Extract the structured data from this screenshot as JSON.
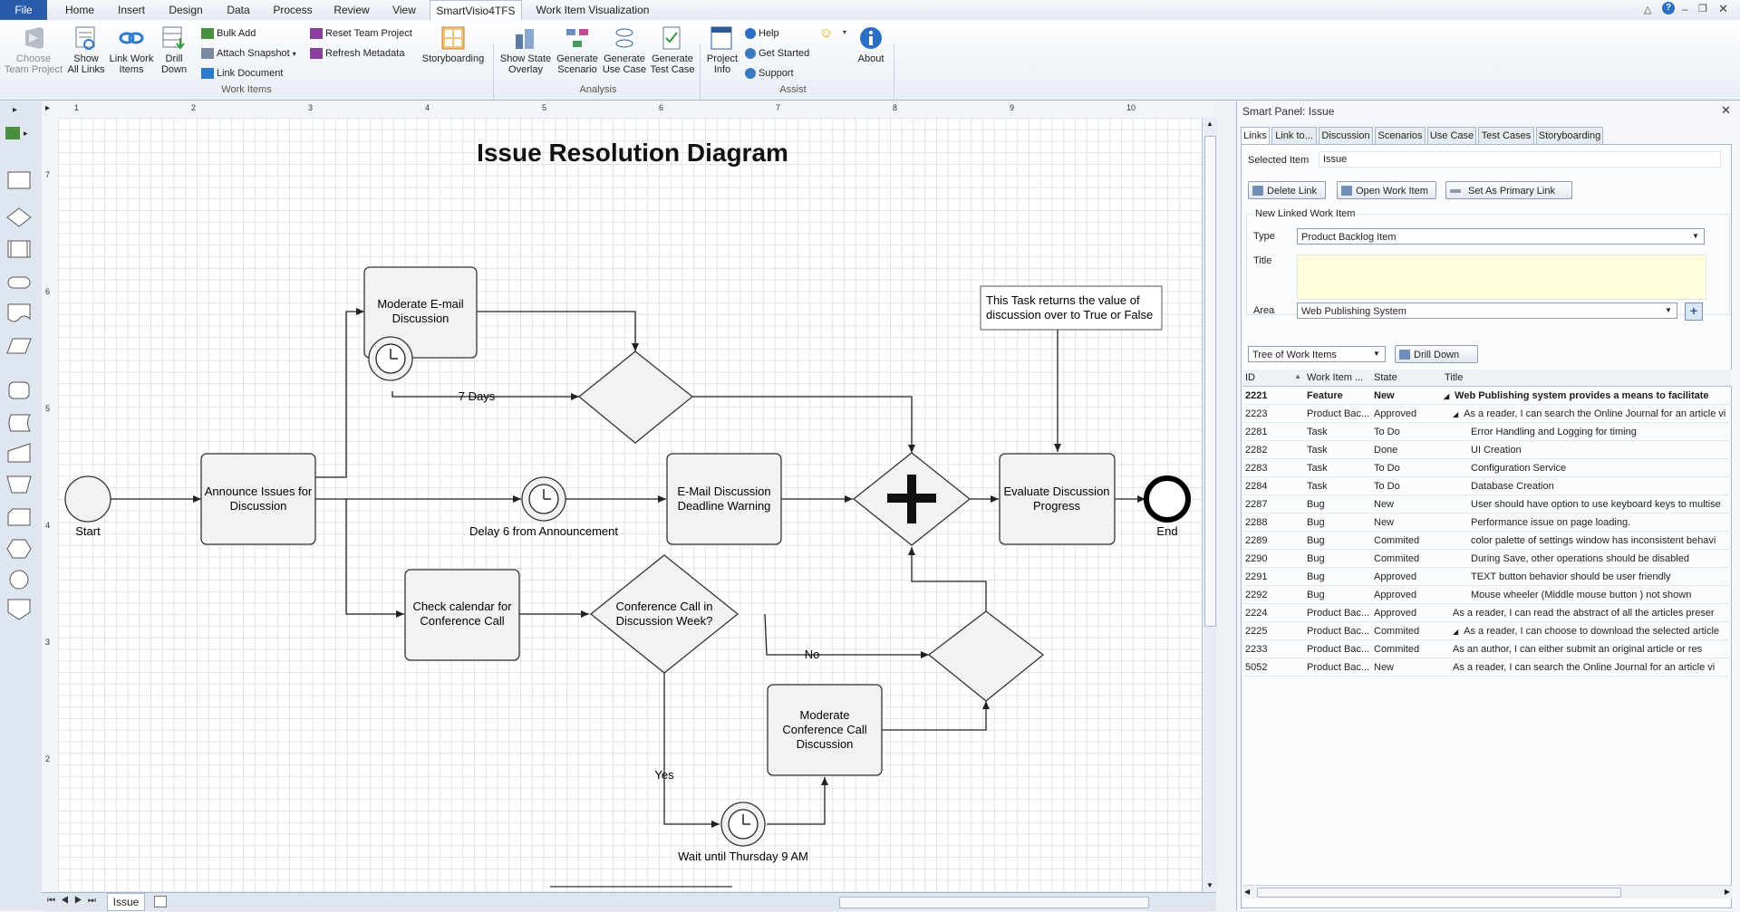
{
  "tabs": {
    "file": "File",
    "home": "Home",
    "insert": "Insert",
    "design": "Design",
    "data": "Data",
    "process": "Process",
    "review": "Review",
    "view": "View",
    "smartvisio": "SmartVisio4TFS",
    "workitemvis": "Work Item Visualization"
  },
  "ribbon": {
    "choose_team_project": "Choose\nTeam Project",
    "show_all_links": "Show\nAll Links",
    "link_work_items": "Link Work\nItems",
    "drill_down": "Drill\nDown",
    "bulk_add": "Bulk Add",
    "attach_snapshot": "Attach Snapshot",
    "link_document": "Link Document",
    "reset_team_project": "Reset Team Project",
    "refresh_metadata": "Refresh Metadata",
    "storyboarding": "Storyboarding",
    "show_state_overlay": "Show State\nOverlay",
    "generate_scenario": "Generate\nScenario",
    "generate_use_case": "Generate\nUse Case",
    "generate_test_case": "Generate\nTest Case",
    "project_info": "Project\nInfo",
    "help": "Help",
    "get_started": "Get Started",
    "support": "Support",
    "about": "About",
    "group_work_items": "Work Items",
    "group_analysis": "Analysis",
    "group_assist": "Assist"
  },
  "diagram": {
    "title": "Issue Resolution Diagram",
    "start": "Start",
    "end": "End",
    "announce": "Announce Issues for\nDiscussion",
    "moderate_email": "Moderate E-mail\nDiscussion",
    "seven_days": "7 Days",
    "delay": "Delay 6 from Announcement",
    "email_deadline": "E-Mail Discussion\nDeadline Warning",
    "evaluate": "Evaluate Discussion\nProgress",
    "note": "This Task returns the value of\ndiscussion over to True or False",
    "check_calendar": "Check calendar for\nConference Call",
    "conf_week": "Conference Call in\nDiscussion Week?",
    "no": "No",
    "yes": "Yes",
    "moderate_conf": "Moderate\nConference Call\nDiscussion",
    "wait": "Wait until Thursday 9 AM"
  },
  "ruler": {
    "h_ticks": [
      "1",
      "2",
      "3",
      "4",
      "5",
      "6",
      "7",
      "8",
      "9",
      "10"
    ],
    "v_ticks": [
      "7",
      "6",
      "5",
      "4",
      "3",
      "2"
    ]
  },
  "page_tab": "Issue",
  "smart_panel": {
    "title": "Smart Panel: Issue",
    "tabs": [
      "Links",
      "Link to...",
      "Discussion",
      "Scenarios",
      "Use Case",
      "Test Cases",
      "Storyboarding"
    ],
    "selected_item_label": "Selected Item",
    "selected_item_value": "Issue",
    "delete_link": "Delete Link",
    "open_work_item": "Open Work Item",
    "set_primary_link": "Set As Primary Link",
    "new_linked_header": "New Linked Work Item",
    "type_label": "Type",
    "type_value": "Product Backlog Item",
    "title_label": "Title",
    "title_value": "",
    "area_label": "Area",
    "area_value": "Web Publishing System",
    "view_combo": "Tree of Work Items",
    "drill_down": "Drill Down",
    "columns": [
      "ID",
      "Work Item ...",
      "State",
      "Title"
    ],
    "rows": [
      {
        "id": "2221",
        "type": "Feature",
        "state": "New",
        "title": "Web Publishing system provides a means to facilitate",
        "indent": 0,
        "marker": "◢",
        "bold": true
      },
      {
        "id": "2223",
        "type": "Product Bac...",
        "state": "Approved",
        "title": "As a reader, I can search the Online Journal for an article vi",
        "indent": 1,
        "marker": "◢",
        "bold": false
      },
      {
        "id": "2281",
        "type": "Task",
        "state": "To Do",
        "title": "Error Handling and Logging for timing",
        "indent": 2,
        "marker": "",
        "bold": false
      },
      {
        "id": "2282",
        "type": "Task",
        "state": "Done",
        "title": "UI Creation",
        "indent": 2,
        "marker": "",
        "bold": false
      },
      {
        "id": "2283",
        "type": "Task",
        "state": "To Do",
        "title": "Configuration Service",
        "indent": 2,
        "marker": "",
        "bold": false
      },
      {
        "id": "2284",
        "type": "Task",
        "state": "To Do",
        "title": "Database Creation",
        "indent": 2,
        "marker": "",
        "bold": false
      },
      {
        "id": "2287",
        "type": "Bug",
        "state": "New",
        "title": "User should have option to use keyboard keys to multise",
        "indent": 2,
        "marker": "",
        "bold": false
      },
      {
        "id": "2288",
        "type": "Bug",
        "state": "New",
        "title": "Performance issue on page loading.",
        "indent": 2,
        "marker": "",
        "bold": false
      },
      {
        "id": "2289",
        "type": "Bug",
        "state": "Commited",
        "title": "color palette of settings window has inconsistent behavi",
        "indent": 2,
        "marker": "",
        "bold": false
      },
      {
        "id": "2290",
        "type": "Bug",
        "state": "Commited",
        "title": "During Save, other operations should be disabled",
        "indent": 2,
        "marker": "",
        "bold": false
      },
      {
        "id": "2291",
        "type": "Bug",
        "state": "Approved",
        "title": "TEXT button behavior should be user friendly",
        "indent": 2,
        "marker": "",
        "bold": false
      },
      {
        "id": "2292",
        "type": "Bug",
        "state": "Approved",
        "title": "Mouse wheeler (Middle mouse button ) not shown",
        "indent": 2,
        "marker": "",
        "bold": false
      },
      {
        "id": "2224",
        "type": "Product Bac...",
        "state": "Approved",
        "title": "As a reader, I can read the abstract of all the articles preser",
        "indent": 1,
        "marker": "",
        "bold": false
      },
      {
        "id": "2225",
        "type": "Product Bac...",
        "state": "Commited",
        "title": "As a reader, I can choose to download the selected article",
        "indent": 1,
        "marker": "◢",
        "bold": false
      },
      {
        "id": "2233",
        "type": "Product Bac...",
        "state": "Commited",
        "title": "As an author, I can either submit an original article or res",
        "indent": 1,
        "marker": "",
        "bold": false
      },
      {
        "id": "5052",
        "type": "Product Bac...",
        "state": "New",
        "title": "As a reader, I can search the Online Journal for an article vi",
        "indent": 1,
        "marker": "",
        "bold": false
      }
    ]
  },
  "colors": {
    "file_tab": "#2a5caa",
    "title_input_bg": "#ffffe0",
    "shape_fill": "#f2f2f2"
  }
}
